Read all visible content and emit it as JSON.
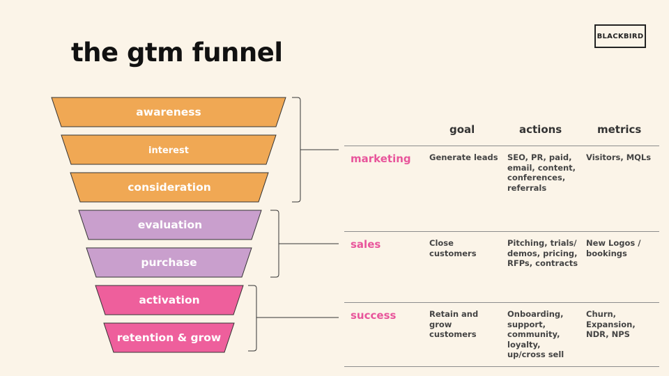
{
  "title": "the gtm funnel",
  "logo": "BLACKBIRD",
  "colors": {
    "background": "#fbf4e8",
    "marketing": "#f0a854",
    "sales": "#c99fcd",
    "success": "#ee5f9c",
    "accent_text": "#e8559b"
  },
  "stages": [
    {
      "label": "awareness",
      "group": "marketing"
    },
    {
      "label": "interest",
      "group": "marketing"
    },
    {
      "label": "consideration",
      "group": "marketing"
    },
    {
      "label": "evaluation",
      "group": "sales"
    },
    {
      "label": "purchase",
      "group": "sales"
    },
    {
      "label": "activation",
      "group": "success"
    },
    {
      "label": "retention & grow",
      "group": "success"
    }
  ],
  "table": {
    "headers": {
      "goal": "goal",
      "actions": "actions",
      "metrics": "metrics"
    },
    "rows": [
      {
        "name": "marketing",
        "goal": "Generate leads",
        "actions": "SEO, PR, paid,\nemail, content,\nconferences,\nreferrals",
        "metrics": "Visitors, MQLs"
      },
      {
        "name": "sales",
        "goal": "Close\ncustomers",
        "actions": "Pitching, trials/\ndemos, pricing,\nRFPs, contracts",
        "metrics": "New Logos /\nbookings"
      },
      {
        "name": "success",
        "goal": "Retain and\ngrow\ncustomers",
        "actions": "Onboarding,\nsupport,\ncommunity,\nloyalty,\nup/cross sell",
        "metrics": "Churn,\nExpansion,\nNDR, NPS"
      }
    ]
  }
}
